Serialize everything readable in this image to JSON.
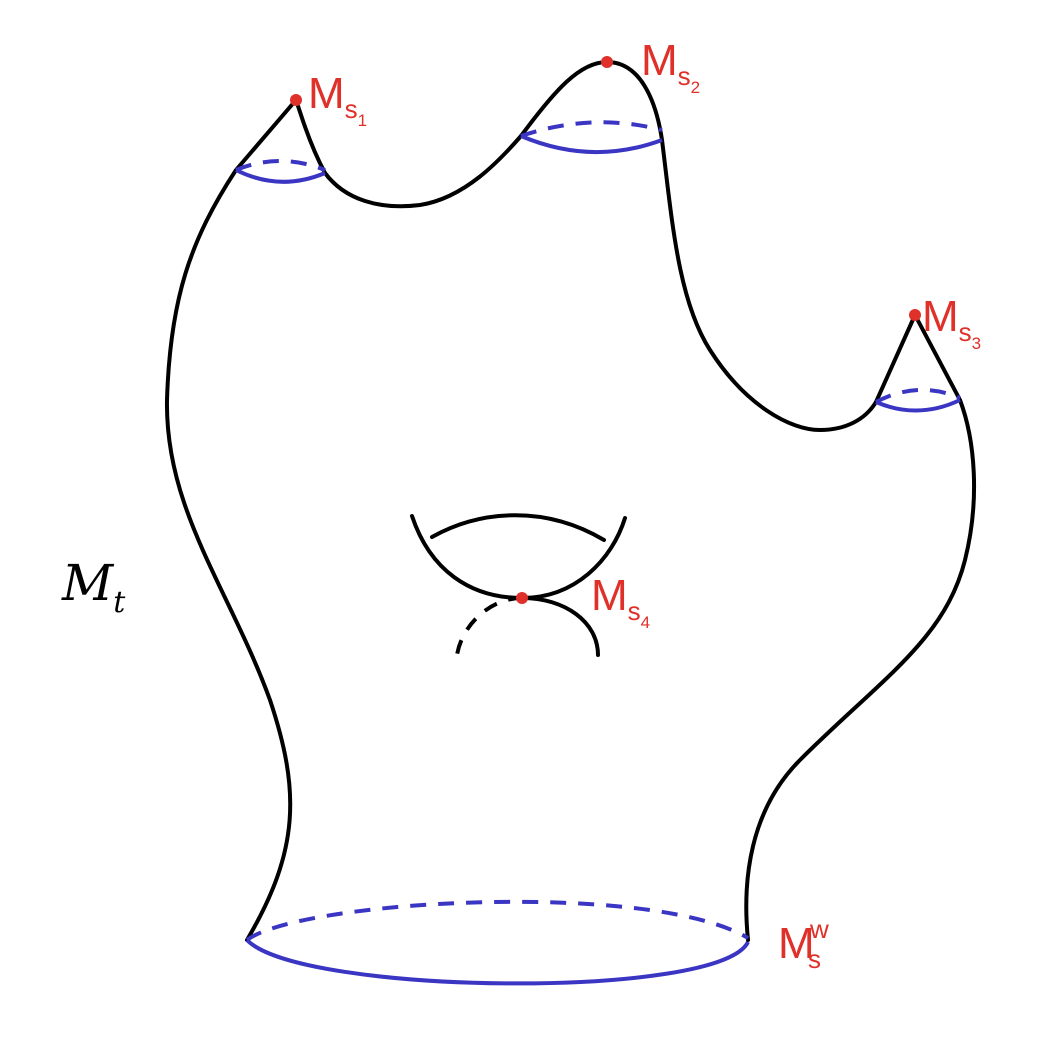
{
  "space_label": {
    "main": "M",
    "sub": "t"
  },
  "points": [
    {
      "id": "s1",
      "main": "M",
      "sub": "s",
      "subsub": "1"
    },
    {
      "id": "s2",
      "main": "M",
      "sub": "s",
      "subsub": "2"
    },
    {
      "id": "s3",
      "main": "M",
      "sub": "s",
      "subsub": "3"
    },
    {
      "id": "s4",
      "main": "M",
      "sub": "s",
      "subsub": "4"
    }
  ],
  "boundary": {
    "main": "M",
    "sub": "s",
    "sup": "w"
  },
  "colors": {
    "outline": "#000000",
    "ring": "#3a35c2",
    "label": "#e0302a"
  }
}
